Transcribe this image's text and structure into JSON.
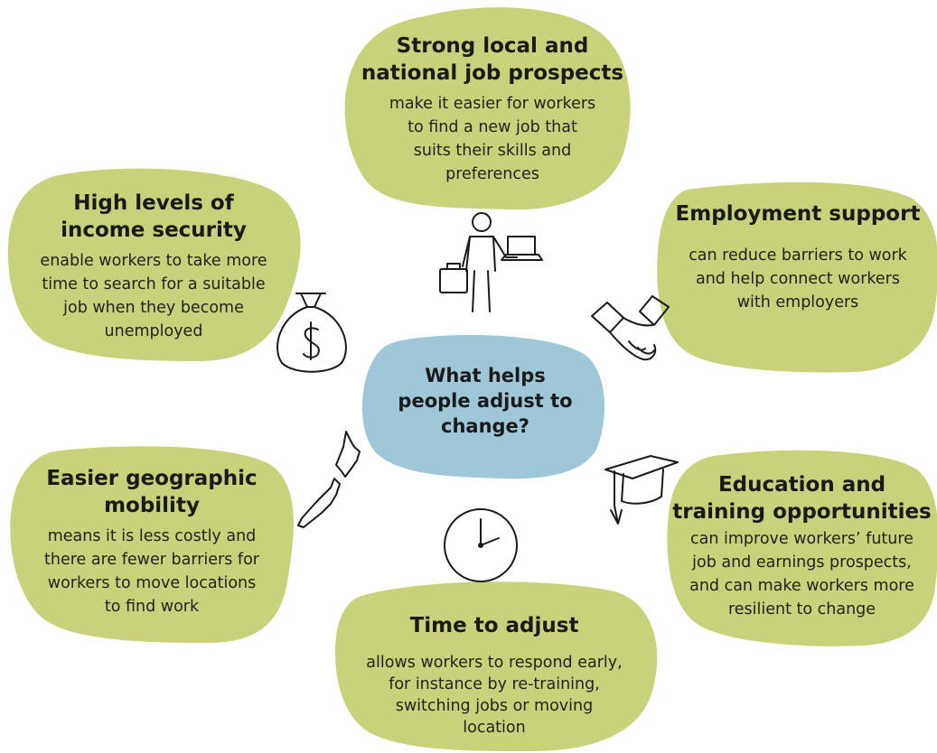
{
  "center": {
    "title_line1": "What helps",
    "title_line2": "people adjust to",
    "title_line3": "change?"
  },
  "factors": {
    "job_prospects": {
      "title_line1": "Strong local and",
      "title_line2": "national job prospects",
      "desc_lines": [
        "make it easier for workers",
        "to find a new job that",
        "suits their skills and",
        "preferences"
      ],
      "icon": "worker-with-briefcase-and-laptop-icon"
    },
    "income_security": {
      "title_line1": "High levels of",
      "title_line2": "income security",
      "desc_lines": [
        "enable workers to take more",
        "time to search for a suitable",
        "job when they become",
        "unemployed"
      ],
      "icon": "money-bag-icon"
    },
    "employment_support": {
      "title_line1": "Employment support",
      "desc_lines": [
        "can reduce barriers to work",
        "and help connect workers",
        "with employers"
      ],
      "icon": "handshake-icon"
    },
    "geographic_mobility": {
      "title_line1": "Easier geographic",
      "title_line2": "mobility",
      "desc_lines": [
        "means it is less costly and",
        "there are fewer barriers for",
        "workers to move locations",
        "to find work"
      ],
      "icon": "new-zealand-map-icon"
    },
    "education_training": {
      "title_line1": "Education and",
      "title_line2": "training opportunities",
      "desc_lines": [
        "can improve workers’ future",
        "job and earnings prospects,",
        "and can make workers more",
        "resilient to change"
      ],
      "icon": "graduation-cap-icon"
    },
    "time_to_adjust": {
      "title_line1": "Time to adjust",
      "desc_lines": [
        "allows workers to respond early,",
        "for instance by re-training,",
        "switching jobs or moving",
        "location"
      ],
      "icon": "clock-icon"
    }
  },
  "colors": {
    "factor_blob": "#c9d27a",
    "center_blob": "#9ec8d8",
    "icon_stroke": "#1a1a1a"
  }
}
